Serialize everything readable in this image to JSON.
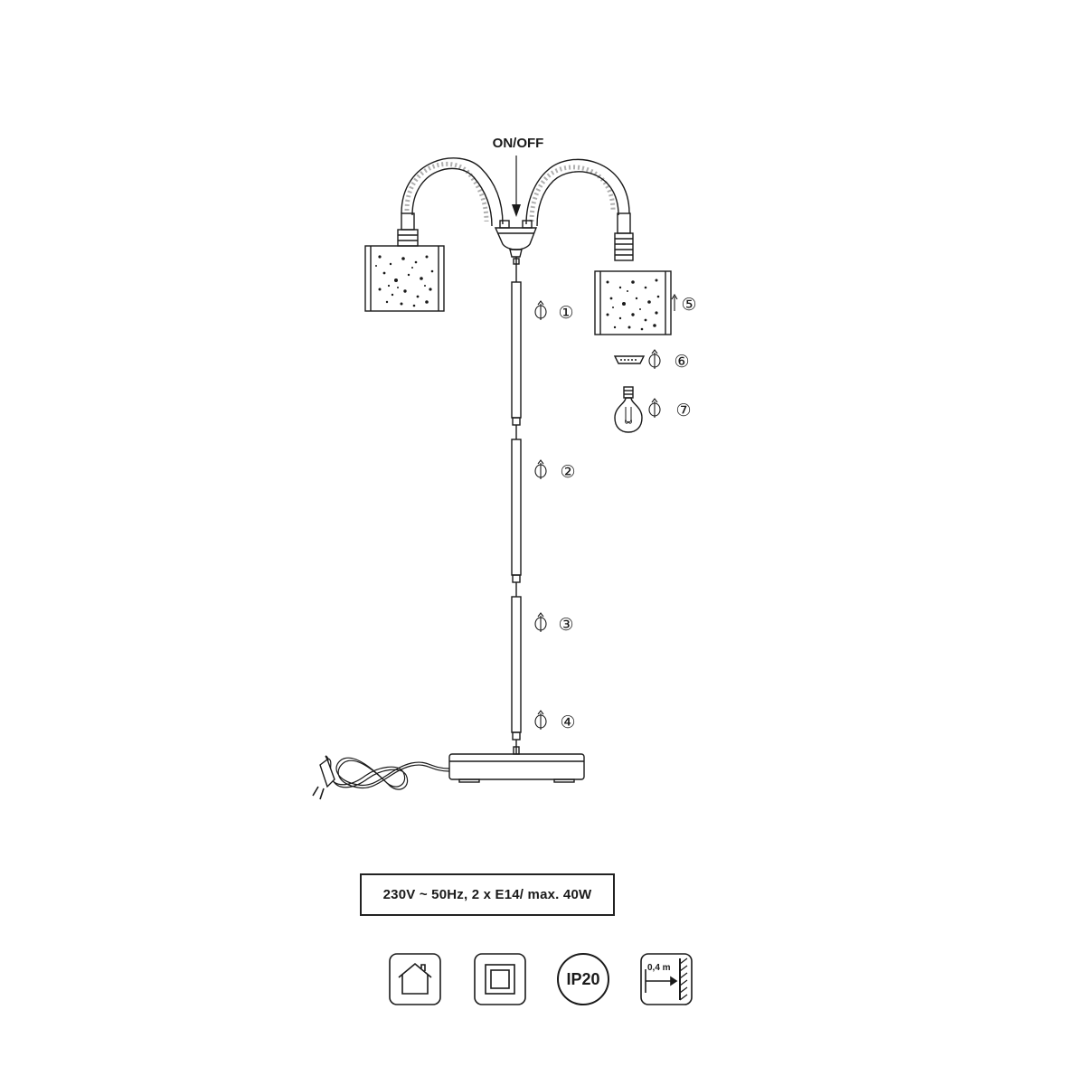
{
  "labels": {
    "switch": "ON/OFF"
  },
  "steps": [
    "①",
    "②",
    "③",
    "④",
    "⑤",
    "⑥",
    "⑦"
  ],
  "spec": {
    "text": "230V ~ 50Hz, 2 x E14/ max. 40W"
  },
  "badges": {
    "ip_rating": "IP20",
    "distance": "0,4 m"
  },
  "icons": [
    "indoor-house-icon",
    "class-ii-double-square-icon",
    "ip20-circle-icon",
    "min-distance-wall-icon"
  ],
  "colors": {
    "line": "#1a1a1a",
    "background": "#ffffff"
  }
}
